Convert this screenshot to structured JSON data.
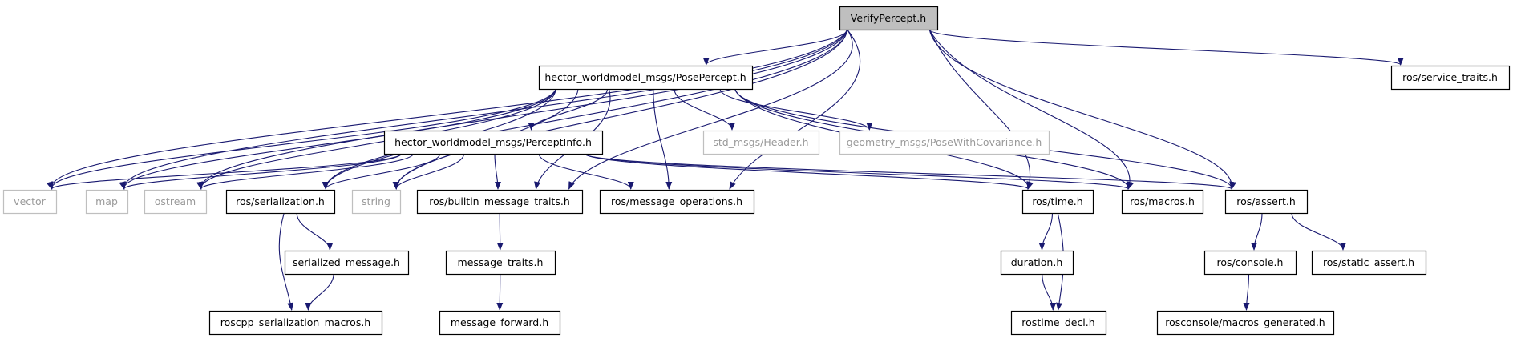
{
  "diagram": {
    "colors": {
      "edge": "#191970",
      "box_fill": "#ffffff",
      "box_border": "#000000",
      "external_border": "#bfbfbf",
      "external_text": "#9a9a9a",
      "root_fill": "#bfbfbf",
      "text": "#000000"
    },
    "nodes": [
      {
        "id": "root",
        "label": "VerifyPercept.h",
        "style": "root"
      },
      {
        "id": "pose",
        "label": "hector_worldmodel_msgs/PosePercept.h",
        "style": "normal"
      },
      {
        "id": "servtraits",
        "label": "ros/service_traits.h",
        "style": "normal"
      },
      {
        "id": "info",
        "label": "hector_worldmodel_msgs/PerceptInfo.h",
        "style": "normal"
      },
      {
        "id": "header",
        "label": "std_msgs/Header.h",
        "style": "external"
      },
      {
        "id": "posecov",
        "label": "geometry_msgs/PoseWithCovariance.h",
        "style": "external"
      },
      {
        "id": "vector",
        "label": "vector",
        "style": "external"
      },
      {
        "id": "map",
        "label": "map",
        "style": "external"
      },
      {
        "id": "ostream",
        "label": "ostream",
        "style": "external"
      },
      {
        "id": "serialization",
        "label": "ros/serialization.h",
        "style": "normal"
      },
      {
        "id": "string",
        "label": "string",
        "style": "external"
      },
      {
        "id": "builtin",
        "label": "ros/builtin_message_traits.h",
        "style": "normal"
      },
      {
        "id": "msgops",
        "label": "ros/message_operations.h",
        "style": "normal"
      },
      {
        "id": "time",
        "label": "ros/time.h",
        "style": "normal"
      },
      {
        "id": "macros",
        "label": "ros/macros.h",
        "style": "normal"
      },
      {
        "id": "assert",
        "label": "ros/assert.h",
        "style": "normal"
      },
      {
        "id": "serializedmsg",
        "label": "serialized_message.h",
        "style": "normal"
      },
      {
        "id": "msgtraits",
        "label": "message_traits.h",
        "style": "normal"
      },
      {
        "id": "duration",
        "label": "duration.h",
        "style": "normal"
      },
      {
        "id": "console",
        "label": "ros/console.h",
        "style": "normal"
      },
      {
        "id": "staticassert",
        "label": "ros/static_assert.h",
        "style": "normal"
      },
      {
        "id": "roscppmacros",
        "label": "roscpp_serialization_macros.h",
        "style": "normal"
      },
      {
        "id": "msgforward",
        "label": "message_forward.h",
        "style": "normal"
      },
      {
        "id": "rostimedecl",
        "label": "rostime_decl.h",
        "style": "normal"
      },
      {
        "id": "rosconsolemacros",
        "label": "rosconsole/macros_generated.h",
        "style": "normal"
      }
    ],
    "edges": [
      {
        "from": "root",
        "to": "pose"
      },
      {
        "from": "root",
        "to": "servtraits"
      },
      {
        "from": "root",
        "to": "vector"
      },
      {
        "from": "root",
        "to": "map"
      },
      {
        "from": "root",
        "to": "ostream"
      },
      {
        "from": "root",
        "to": "serialization"
      },
      {
        "from": "root",
        "to": "string"
      },
      {
        "from": "root",
        "to": "builtin"
      },
      {
        "from": "root",
        "to": "msgops"
      },
      {
        "from": "root",
        "to": "time"
      },
      {
        "from": "root",
        "to": "macros"
      },
      {
        "from": "root",
        "to": "assert"
      },
      {
        "from": "pose",
        "to": "info"
      },
      {
        "from": "pose",
        "to": "header"
      },
      {
        "from": "pose",
        "to": "posecov"
      },
      {
        "from": "pose",
        "to": "vector"
      },
      {
        "from": "pose",
        "to": "map"
      },
      {
        "from": "pose",
        "to": "ostream"
      },
      {
        "from": "pose",
        "to": "serialization"
      },
      {
        "from": "pose",
        "to": "string"
      },
      {
        "from": "pose",
        "to": "builtin"
      },
      {
        "from": "pose",
        "to": "msgops"
      },
      {
        "from": "pose",
        "to": "time"
      },
      {
        "from": "pose",
        "to": "macros"
      },
      {
        "from": "pose",
        "to": "assert"
      },
      {
        "from": "info",
        "to": "vector"
      },
      {
        "from": "info",
        "to": "map"
      },
      {
        "from": "info",
        "to": "ostream"
      },
      {
        "from": "info",
        "to": "serialization"
      },
      {
        "from": "info",
        "to": "string"
      },
      {
        "from": "info",
        "to": "builtin"
      },
      {
        "from": "info",
        "to": "msgops"
      },
      {
        "from": "info",
        "to": "time"
      },
      {
        "from": "info",
        "to": "macros"
      },
      {
        "from": "info",
        "to": "assert"
      },
      {
        "from": "serialization",
        "to": "serializedmsg"
      },
      {
        "from": "serialization",
        "to": "roscppmacros"
      },
      {
        "from": "serializedmsg",
        "to": "roscppmacros"
      },
      {
        "from": "builtin",
        "to": "msgtraits"
      },
      {
        "from": "msgtraits",
        "to": "msgforward"
      },
      {
        "from": "time",
        "to": "duration"
      },
      {
        "from": "time",
        "to": "rostimedecl"
      },
      {
        "from": "duration",
        "to": "rostimedecl"
      },
      {
        "from": "assert",
        "to": "console"
      },
      {
        "from": "assert",
        "to": "staticassert"
      },
      {
        "from": "console",
        "to": "rosconsolemacros"
      }
    ]
  }
}
